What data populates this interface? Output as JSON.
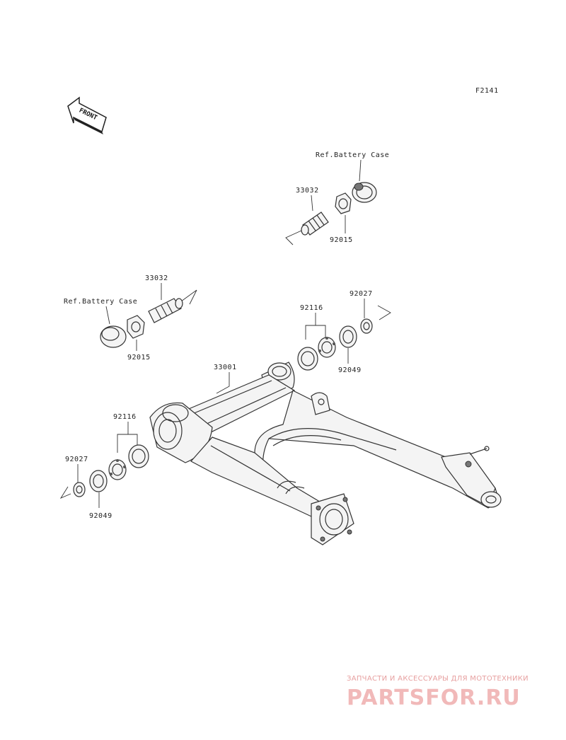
{
  "diagram": {
    "figure_code": "F2141",
    "front_badge": "FRONT",
    "labels": {
      "top_ref": "Ref.Battery Case",
      "top_33032": "33032",
      "top_92015": "92015",
      "left_ref": "Ref.Battery Case",
      "left_33032": "33032",
      "left_92015": "92015",
      "r_92027": "92027",
      "r_92116": "92116",
      "r_92049": "92049",
      "arm_33001": "33001",
      "l_92116": "92116",
      "l_92027": "92027",
      "l_92049": "92049"
    }
  },
  "watermark": {
    "tagline": "ЗАПЧАСТИ И АКСЕССУАРЫ ДЛЯ МОТОТЕХНИКИ",
    "brand": "PARTSFOR.RU"
  }
}
